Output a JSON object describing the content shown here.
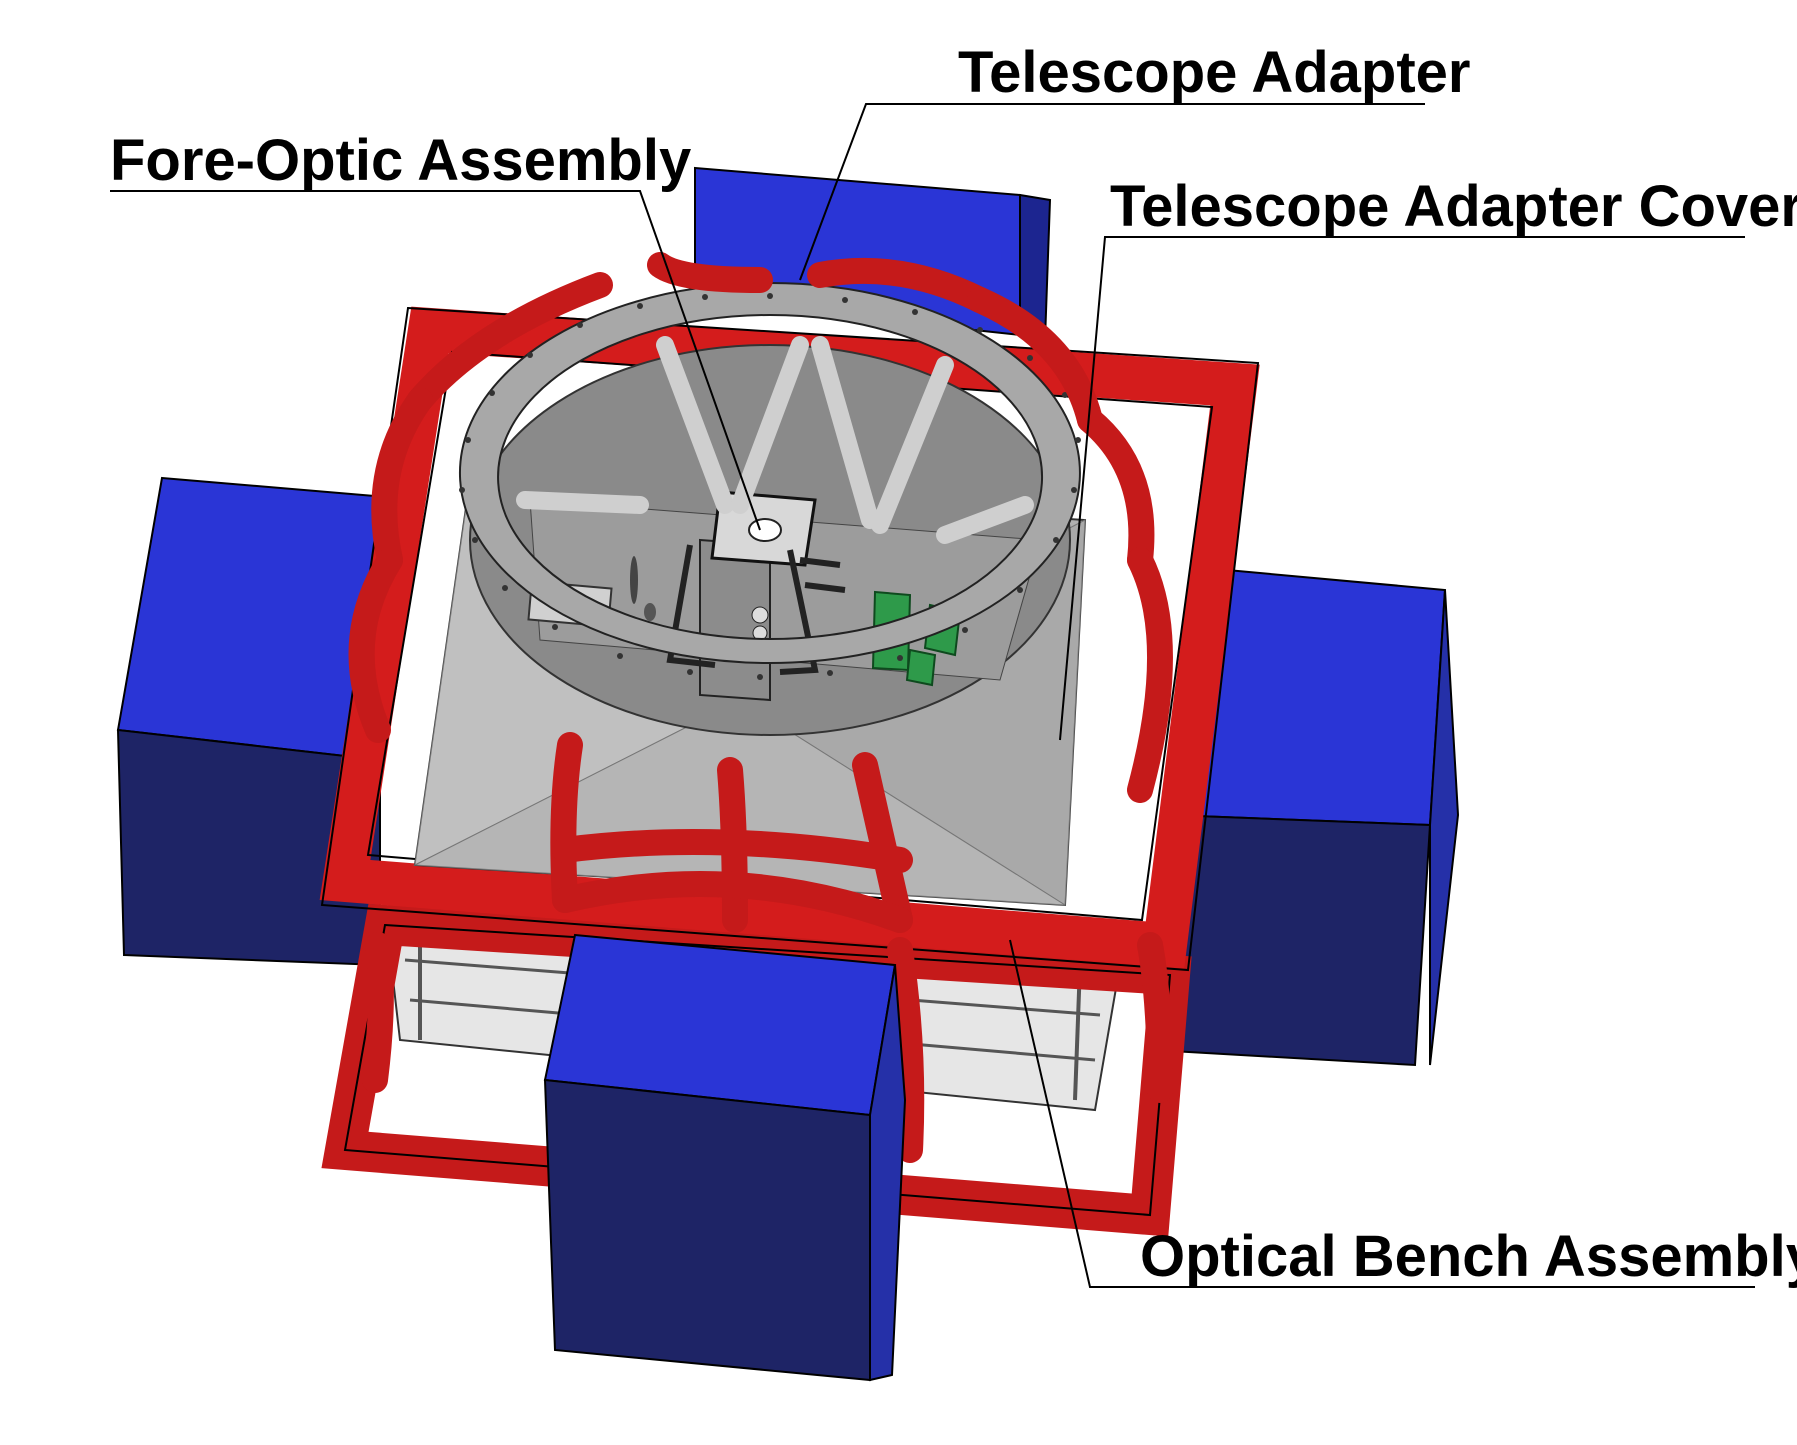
{
  "labels": {
    "telescope_adapter": "Telescope Adapter",
    "fore_optic_assembly": "Fore-Optic Assembly",
    "telescope_adapter_cover": "Telescope Adapter Cover",
    "optical_bench_assembly": "Optical Bench Assembly"
  },
  "colors": {
    "weight_blocks": "#2a35d6",
    "frame": "#d41c1c",
    "ring": "#a8a8a8",
    "cover": "#b7b7b7",
    "bench": "#8a8a8a",
    "optics": "#2e9a4a"
  }
}
